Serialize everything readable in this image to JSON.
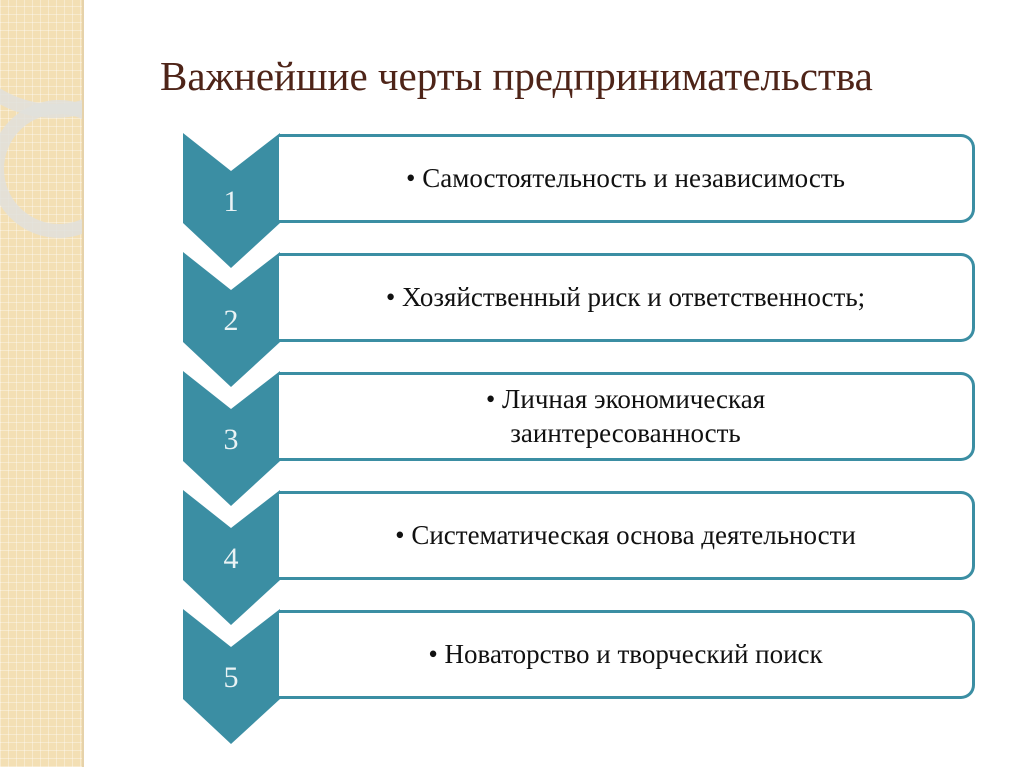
{
  "title": "Важнейшие черты предпринимательства",
  "colors": {
    "chevron": "#3b8ea3",
    "title": "#4e2418"
  },
  "items": [
    {
      "number": "1",
      "text": "• Самостоятельность и независимость"
    },
    {
      "number": "2",
      "text": "• Хозяйственный риск и ответственность;"
    },
    {
      "number": "3",
      "text": "• Личная экономическая заинтересованность"
    },
    {
      "number": "4",
      "text": "• Систематическая основа деятельности"
    },
    {
      "number": "5",
      "text": "• Новаторство и творческий поиск"
    }
  ]
}
